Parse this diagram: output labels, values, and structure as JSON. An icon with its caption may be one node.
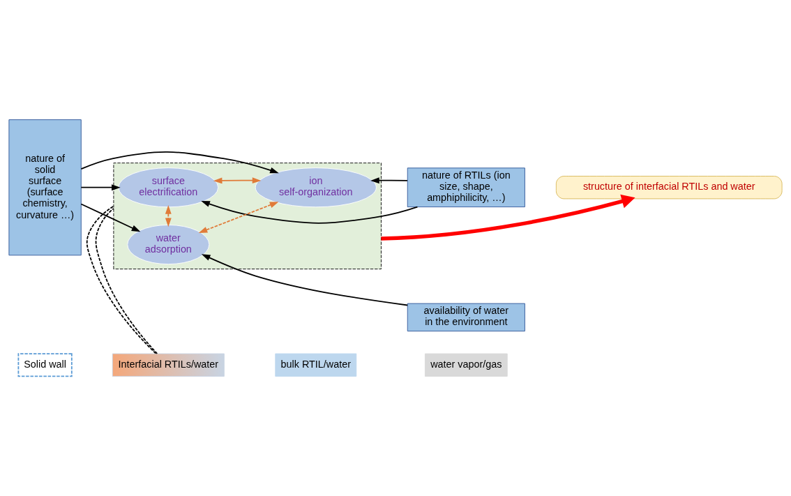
{
  "diagram": {
    "nodes": [
      {
        "text": [
          "Solid wall"
        ]
      },
      {
        "text": [
          "Interfacial RTILs/water"
        ]
      },
      {
        "text": [
          "bulk RTIL/water"
        ]
      },
      {
        "text": [
          "water vapor/gas"
        ]
      },
      {
        "text": [
          "nature of solid surface (surface chemistry, curvature …)"
        ]
      },
      {
        "text": [],
        "shape": "box"
      },
      {
        "text": [
          "surface electrification"
        ],
        "in": 5
      },
      {
        "text": [
          "ion self-organization"
        ],
        "in": 5
      },
      {
        "text": [
          "water adsorption"
        ],
        "in": 5
      },
      {
        "text": [
          "nature of RTILs (ion size, shape, amphiphilicity, …)"
        ]
      },
      {
        "text": [
          "availability of water in the environment"
        ]
      },
      {
        "text": [
          "structure of interfacial RTILs and water"
        ]
      }
    ],
    "edges": [
      {
        "from": 1,
        "to": 5,
        "arrow": "none",
        "style": "dashed"
      },
      {
        "from": 1,
        "to": 5,
        "arrow": "none",
        "style": "dashed"
      },
      {
        "from": 4,
        "to": 6,
        "arrow": "to"
      },
      {
        "from": 4,
        "to": 7,
        "arrow": "to"
      },
      {
        "from": 4,
        "to": 8,
        "arrow": "to"
      },
      {
        "from": 9,
        "to": 6,
        "arrow": "to"
      },
      {
        "from": 9,
        "to": 7,
        "arrow": "to"
      },
      {
        "from": 10,
        "to": 8,
        "arrow": "to"
      },
      {
        "from": 6,
        "to": 7,
        "arrow": "both",
        "color": "#e07b39"
      },
      {
        "from": 6,
        "to": 8,
        "arrow": "both",
        "style": "dashed",
        "color": "#e07b39"
      },
      {
        "from": 7,
        "to": 8,
        "arrow": "both",
        "style": "dashed",
        "color": "#e07b39"
      },
      {
        "from": 5,
        "to": 11,
        "arrow": "to",
        "style": "thick",
        "color": "#ff0000"
      }
    ]
  }
}
